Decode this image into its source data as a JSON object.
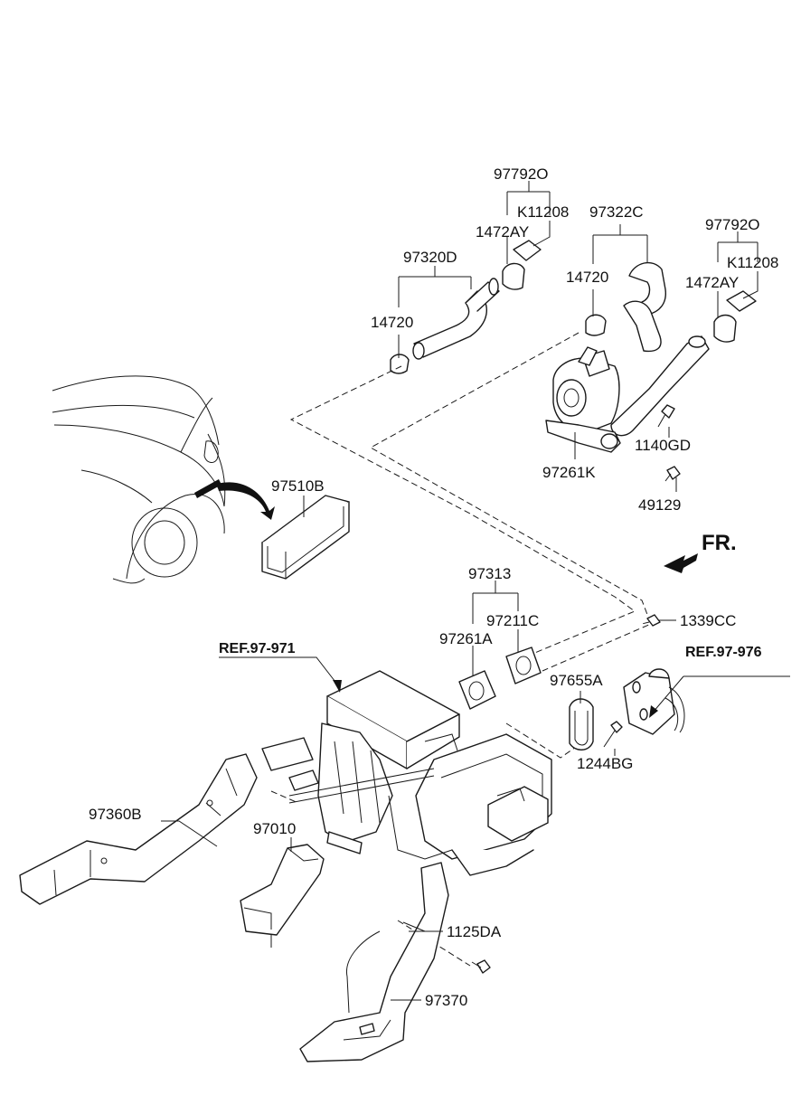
{
  "diagram": {
    "labels": {
      "p97792o_a": "97792O",
      "k11208_a": "K11208",
      "p1472ay_a": "1472AY",
      "p97320d": "97320D",
      "p14720_a": "14720",
      "p97322c": "97322C",
      "p14720_b": "14720",
      "p97792o_b": "97792O",
      "k11208_b": "K11208",
      "p1472ay_b": "1472AY",
      "p1140gd": "1140GD",
      "p97261k": "97261K",
      "p49129": "49129",
      "p97510b": "97510B",
      "fr": "FR.",
      "p97313": "97313",
      "p97211c": "97211C",
      "p97261a": "97261A",
      "p1339cc": "1339CC",
      "ref_97_971": "REF.97-971",
      "ref_97_976": "REF.97-976",
      "p97655a": "97655A",
      "p1244bg": "1244BG",
      "p97360b": "97360B",
      "p97010": "97010",
      "p1125da": "1125DA",
      "p97370": "97370"
    }
  }
}
